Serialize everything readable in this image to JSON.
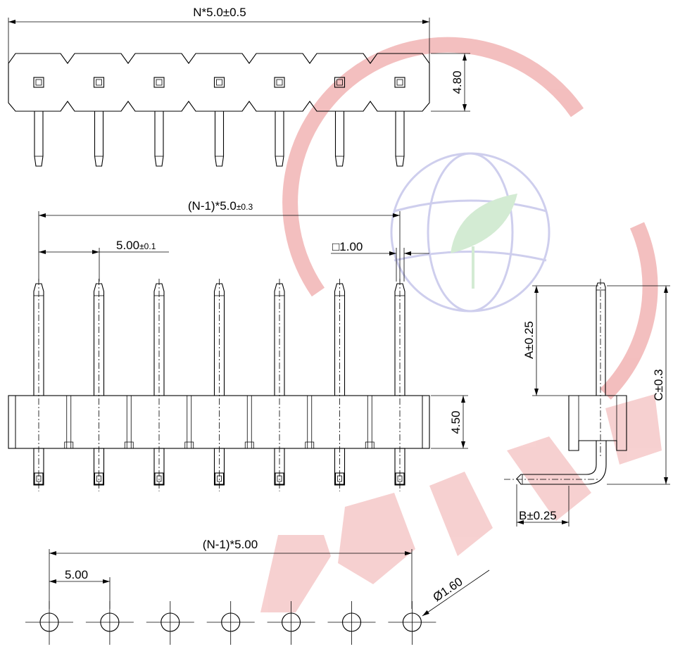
{
  "drawing": {
    "pin_count": 7,
    "colors": {
      "line": "#000000",
      "watermark_red": "#f2b8b8",
      "watermark_blue": "#c9c9ec",
      "watermark_green": "#cfe9cf"
    },
    "top_view": {
      "overall_length_label": "N*5.0±0.5",
      "height_label": "4.80"
    },
    "front_view": {
      "span_label": "(N-1)*5.0",
      "span_tolerance": "±0.3",
      "pitch_label": "5.00",
      "pitch_tolerance": "±0.1",
      "pin_size_label": "□1.00",
      "body_height_label": "4.50"
    },
    "side_view": {
      "a_label": "A±0.25",
      "c_label": "C±0.3",
      "b_label": "B±0.25"
    },
    "pcb_layout": {
      "span_label": "(N-1)*5.00",
      "pitch_label": "5.00",
      "hole_label": "Ø1.60"
    },
    "watermark": {
      "icon": "globe-leaf-logo-watermark"
    }
  }
}
